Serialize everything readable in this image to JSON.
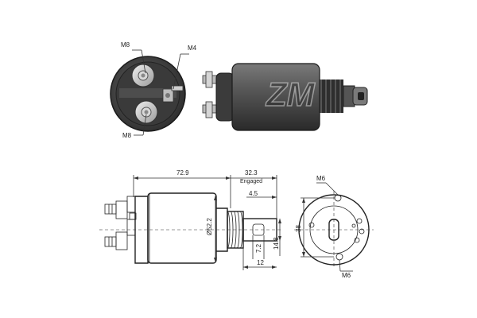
{
  "photo": {
    "end_view_labels": {
      "m8_top": "M8",
      "m4": "M4",
      "m8_bottom": "M8"
    },
    "watermark_text": "ZM"
  },
  "drawing": {
    "dims": {
      "total_length": "72.9",
      "engaged_length": "32.3",
      "engaged_label": "Engaged",
      "plunger_offset": "4.5",
      "diameter": "Ø52.2",
      "slot_width": "7.2",
      "tip_height": "14.8",
      "tip_length": "12",
      "bolt_circle": "38"
    },
    "end_view_labels": {
      "m6_top": "M6",
      "m6_bottom": "M6"
    }
  }
}
